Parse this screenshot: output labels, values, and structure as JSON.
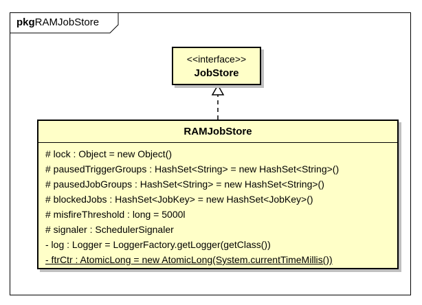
{
  "frame": {
    "keyword": "pkg",
    "name": "RAMJobStore"
  },
  "interface": {
    "stereotype": "<<interface>>",
    "name": "JobStore"
  },
  "class": {
    "name": "RAMJobStore",
    "attributes": [
      {
        "text": "# lock : Object = new Object()",
        "static": false
      },
      {
        "text": "# pausedTriggerGroups : HashSet<String> = new HashSet<String>()",
        "static": false
      },
      {
        "text": "# pausedJobGroups : HashSet<String> = new HashSet<String>()",
        "static": false
      },
      {
        "text": "# blockedJobs : HashSet<JobKey> = new HashSet<JobKey>()",
        "static": false
      },
      {
        "text": "# misfireThreshold : long = 5000l",
        "static": false
      },
      {
        "text": "# signaler : SchedulerSignaler",
        "static": false
      },
      {
        "text": "- log : Logger = LoggerFactory.getLogger(getClass())",
        "static": false
      },
      {
        "text": "- ftrCtr : AtomicLong = new AtomicLong(System.currentTimeMillis())",
        "static": true
      }
    ]
  },
  "relation": {
    "type": "realization"
  }
}
